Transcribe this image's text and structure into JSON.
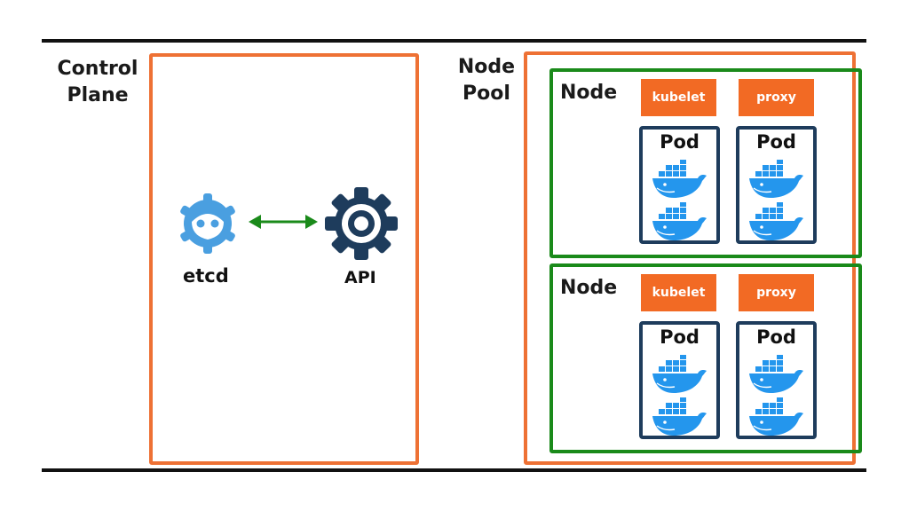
{
  "control_plane": {
    "title_line1": "Control",
    "title_line2": "Plane",
    "etcd_label": "etcd",
    "api_label": "API"
  },
  "node_pool": {
    "title_line1": "Node",
    "title_line2": "Pool",
    "nodes": [
      {
        "label": "Node",
        "kubelet": "kubelet",
        "proxy": "proxy",
        "pods": [
          {
            "label": "Pod"
          },
          {
            "label": "Pod"
          }
        ]
      },
      {
        "label": "Node",
        "kubelet": "kubelet",
        "proxy": "proxy",
        "pods": [
          {
            "label": "Pod"
          },
          {
            "label": "Pod"
          }
        ]
      }
    ]
  },
  "colors": {
    "orange_border": "#ee7134",
    "green_border": "#1a8a1a",
    "tag_fill": "#f26a24",
    "pod_border": "#1e3c5c",
    "etcd_blue": "#4a9fe0",
    "api_navy": "#1e3c5c",
    "docker_blue": "#2496ed"
  },
  "icons": [
    "etcd-icon",
    "gear-icon",
    "double-arrow-icon",
    "docker-whale-icon"
  ]
}
